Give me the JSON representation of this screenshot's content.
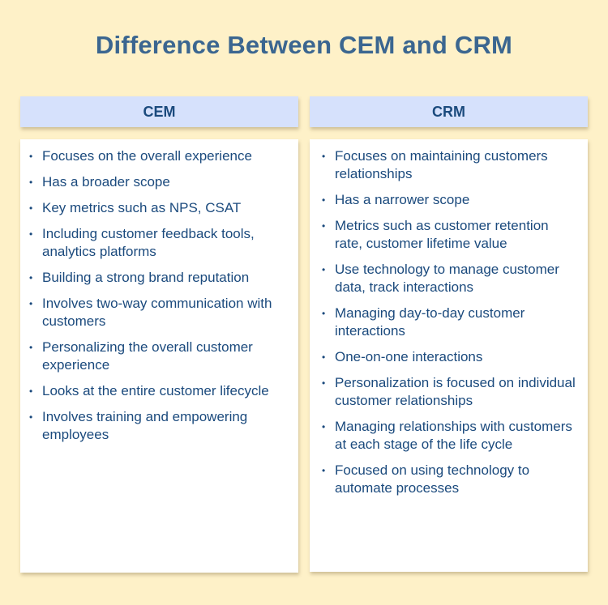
{
  "title": "Difference Between CEM and CRM",
  "colors": {
    "background": "#fef1c8",
    "title": "#3b6690",
    "header_bg": "#d6e1fc",
    "text": "#1b4a7d",
    "box_bg": "#ffffff"
  },
  "columns": [
    {
      "header": "CEM",
      "items": [
        "Focuses on the overall experience",
        "Has a broader scope",
        "Key metrics such as NPS, CSAT",
        "Including customer feedback tools, analytics platforms",
        "Building a strong brand reputation",
        "Involves two-way communication with customers",
        "Personalizing the overall customer experience",
        "Looks at the entire customer lifecycle",
        "Involves training and empowering employees"
      ]
    },
    {
      "header": "CRM",
      "items": [
        "Focuses on maintaining customers relationships",
        "Has a narrower scope",
        "Metrics such as customer retention rate, customer lifetime value",
        "Use technology to manage customer data, track interactions",
        "Managing day-to-day customer interactions",
        "One-on-one interactions",
        "Personalization is focused on individual customer relationships",
        "Managing relationships with customers at each stage of the life cycle",
        "Focused on using technology to automate processes"
      ]
    }
  ],
  "bullet_glyph": "•"
}
